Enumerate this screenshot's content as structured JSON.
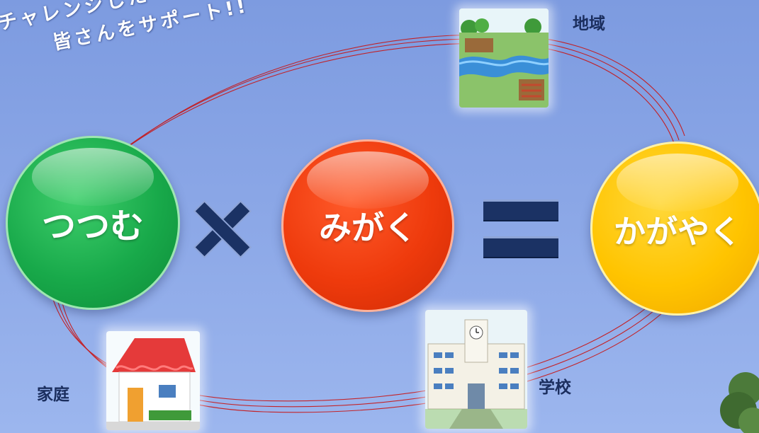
{
  "banner": {
    "line1": "チャレンジした",
    "line2": "皆さんをサポート!!"
  },
  "concepts": [
    {
      "label": "つつむ",
      "color": "#18a94a"
    },
    {
      "label": "みがく",
      "color": "#ee3a0c"
    },
    {
      "label": "かがやく",
      "color": "#ffc400"
    }
  ],
  "operators": {
    "times_icon": "multiply-icon",
    "equals_icon": "equals-icon",
    "color": "#1b3264"
  },
  "places": {
    "region": {
      "label": "地域",
      "icon": "river-field-illustration"
    },
    "school": {
      "label": "学校",
      "icon": "school-building-illustration"
    },
    "home": {
      "label": "家庭",
      "icon": "house-illustration"
    }
  },
  "colors": {
    "background": "#8aa6e6",
    "orbit_line": "#c81414",
    "place_text": "#1b2e5e"
  }
}
